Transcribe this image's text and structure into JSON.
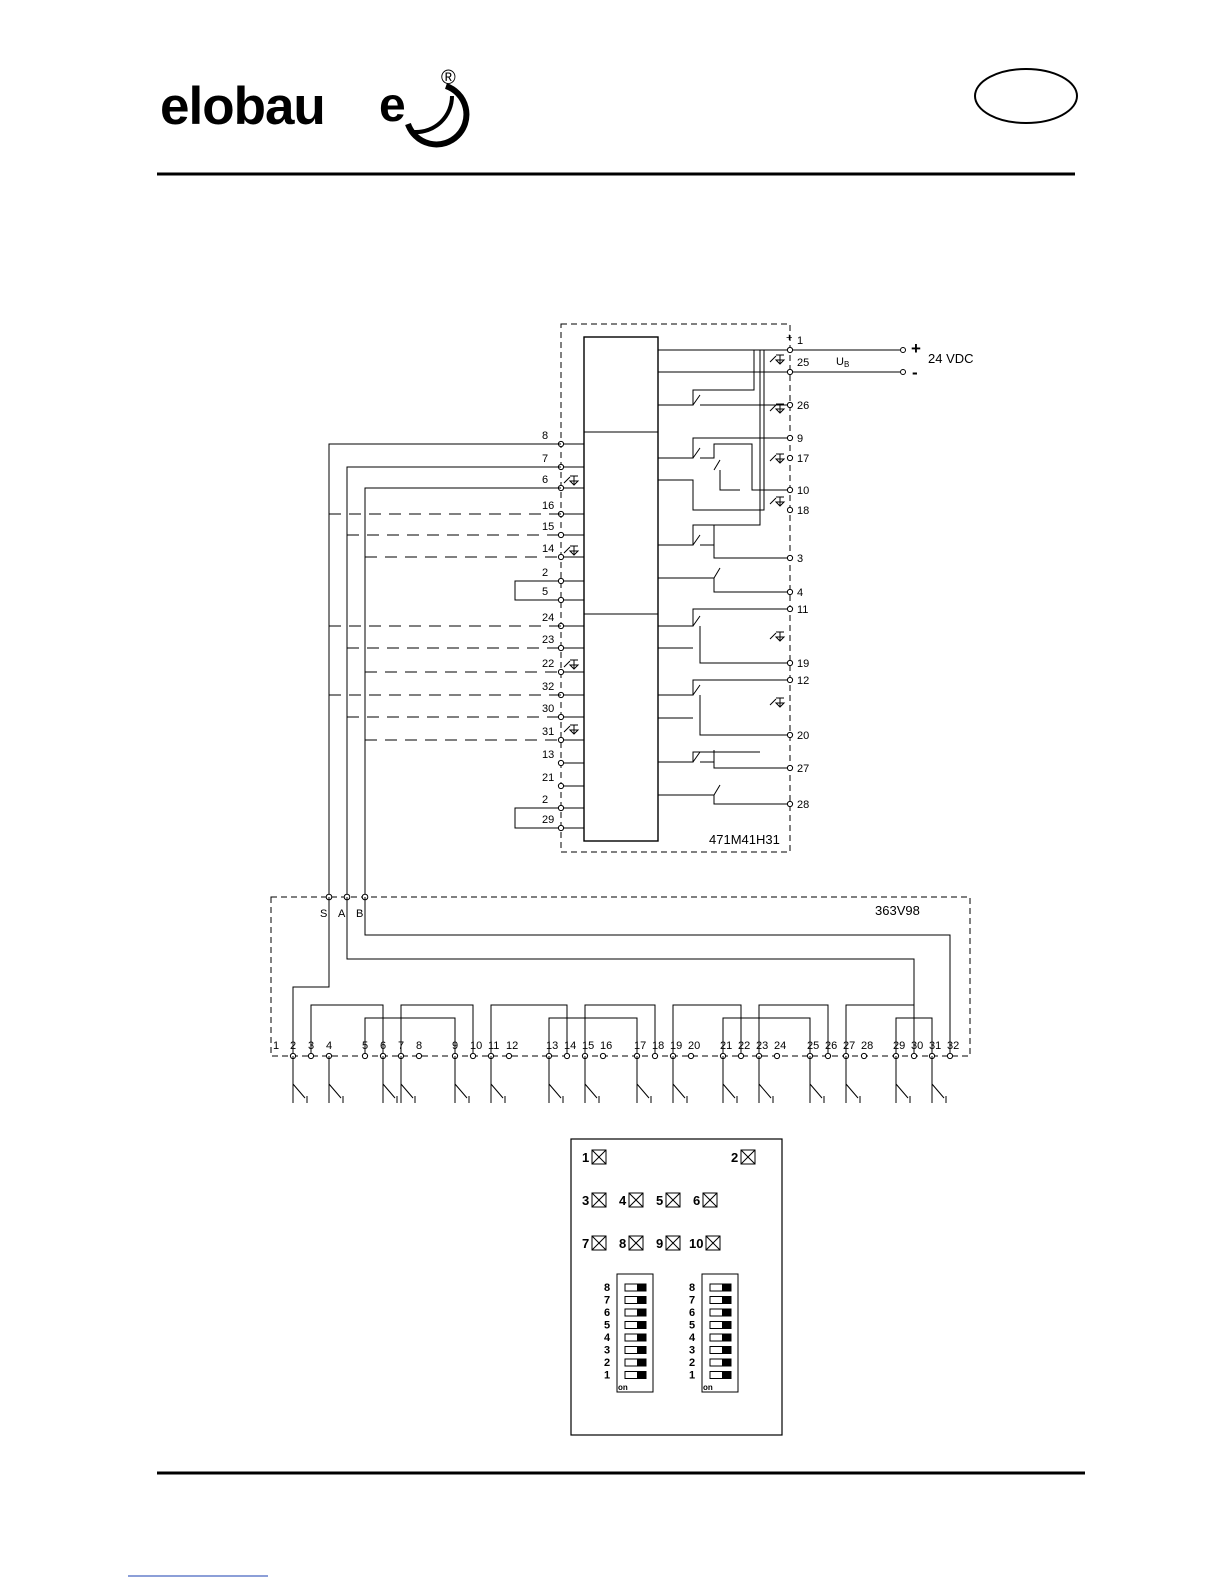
{
  "header": {
    "brand": "elobau",
    "brand_mark": "e",
    "registered": "®"
  },
  "controller": {
    "model": "471M41H31",
    "left_terminals": [
      "8",
      "7",
      "6",
      "16",
      "15",
      "14",
      "2",
      "5",
      "24",
      "23",
      "22",
      "32",
      "30",
      "31",
      "13",
      "21",
      "2",
      "29"
    ],
    "right_terminals": [
      "1",
      "25",
      "26",
      "9",
      "17",
      "10",
      "18",
      "3",
      "4",
      "11",
      "19",
      "12",
      "20",
      "27",
      "28"
    ],
    "plus_mark": "+"
  },
  "power": {
    "plus": "+",
    "minus": "-",
    "voltage": "24 VDC",
    "ub_label": "U",
    "ub_sub": "B"
  },
  "interface": {
    "model": "363V98",
    "bus_labels": [
      "S",
      "A",
      "B"
    ],
    "terminals": [
      "1",
      "2",
      "3",
      "4",
      "5",
      "6",
      "7",
      "8",
      "9",
      "10",
      "11",
      "12",
      "13",
      "14",
      "15",
      "16",
      "17",
      "18",
      "19",
      "20",
      "21",
      "22",
      "23",
      "24",
      "25",
      "26",
      "27",
      "28",
      "29",
      "30",
      "31",
      "32"
    ]
  },
  "panel": {
    "leds": [
      "1",
      "2",
      "3",
      "4",
      "5",
      "6",
      "7",
      "8",
      "9",
      "10"
    ],
    "dip_positions": [
      "8",
      "7",
      "6",
      "5",
      "4",
      "3",
      "2",
      "1"
    ],
    "dip_on_label": "on"
  }
}
